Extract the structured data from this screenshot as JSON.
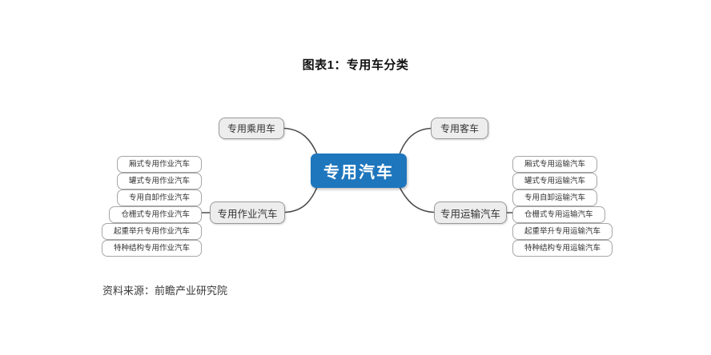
{
  "title": "图表1：专用车分类",
  "source": "资料来源：前瞻产业研究院",
  "colors": {
    "root_fill": "#1E76BD",
    "root_text": "#FFFFFF",
    "branch_fill": "#EDEDED",
    "branch_border": "#999999",
    "leaf_border": "#A6A6A6",
    "connector": "#4D4D4D",
    "text": "#333333"
  },
  "diagram": {
    "root": {
      "label": "专用汽车"
    },
    "branches": {
      "top_left": {
        "label": "专用乘用车"
      },
      "top_right": {
        "label": "专用客车"
      },
      "left": {
        "label": "专用作业汽车",
        "children": [
          "厢式专用作业汽车",
          "罐式专用作业汽车",
          "专用自卸作业汽车",
          "仓栅式专用作业汽车",
          "起重举升专用作业汽车",
          "特种结构专用作业汽车"
        ]
      },
      "right": {
        "label": "专用运输汽车",
        "children": [
          "厢式专用运输汽车",
          "罐式专用运输汽车",
          "专用自卸运输汽车",
          "仓栅式专用运输汽车",
          "起重举升专用运输汽车",
          "特种结构专用运输汽车"
        ]
      }
    }
  }
}
